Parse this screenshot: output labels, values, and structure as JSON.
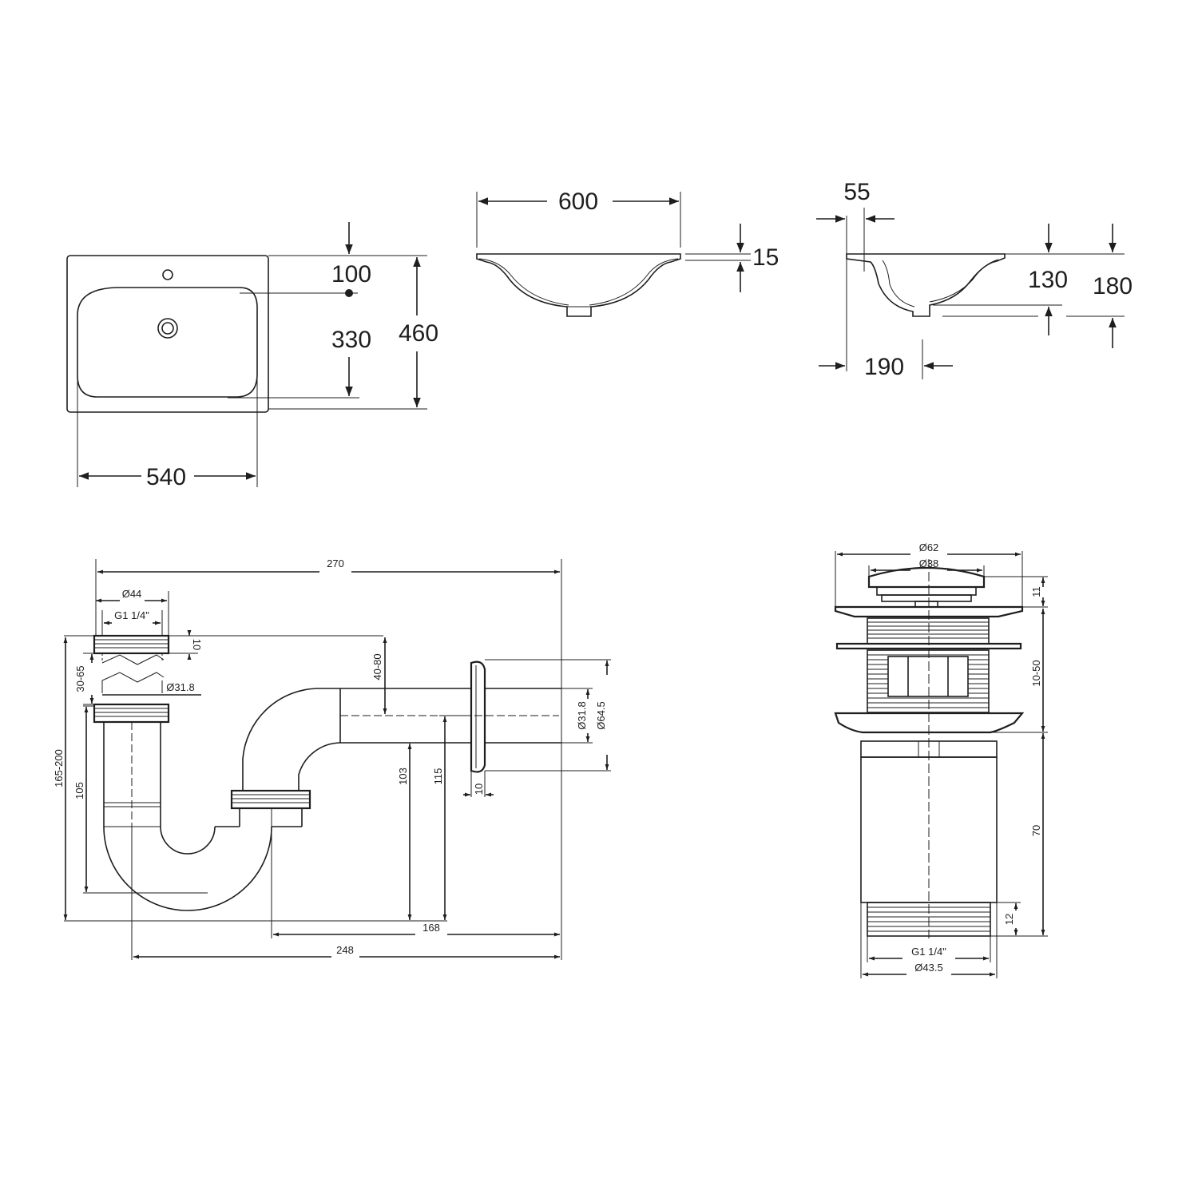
{
  "basin_top_view": {
    "dim_width": "540",
    "dim_tap_hole": "100",
    "dim_bowl_depth": "330",
    "dim_overall_depth": "460"
  },
  "basin_front_view": {
    "dim_width": "600",
    "dim_rim": "15"
  },
  "basin_side_view": {
    "dim_rim_offset": "55",
    "dim_bowl_height": "130",
    "dim_total_height": "180",
    "dim_drain_offset": "190"
  },
  "siphon": {
    "dim_length": "270",
    "dim_inlet_dia": "Ø44",
    "dim_thread": "G1 1/4\"",
    "dim_ring": "10",
    "dim_adjust": "30-65",
    "dim_tube_dia": "Ø31.8",
    "dim_height_range": "165-200",
    "dim_height": "105",
    "dim_offset": "40-80",
    "dim_outlet_dia": "Ø31.8",
    "dim_flange_dia": "Ø64.5",
    "dim_103": "103",
    "dim_115": "115",
    "dim_flange": "10",
    "dim_168": "168",
    "dim_248": "248"
  },
  "drain_valve": {
    "dim_cap_dia": "Ø62",
    "dim_plug_dia": "Ø38",
    "dim_cap_height": "11",
    "dim_clamp": "10-50",
    "dim_body": "70",
    "dim_thread_len": "12",
    "dim_thread": "G1 1/4\"",
    "dim_body_dia": "Ø43.5"
  }
}
